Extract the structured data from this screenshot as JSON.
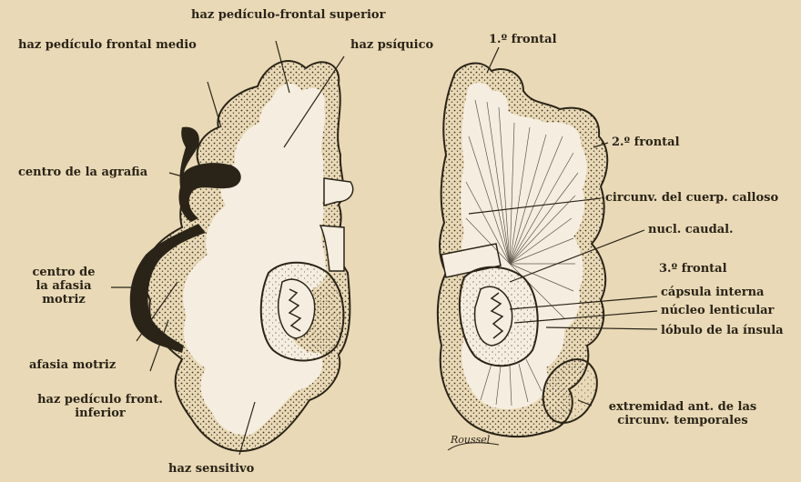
{
  "figure": {
    "background": "#e9d9b6",
    "ink": "#2a2418",
    "dark_region": "#2a2418",
    "brain_fill": "#f5eee0"
  },
  "left_section": {
    "labels": {
      "haz_pediculo_frontal_superior": "haz pedículo-frontal superior",
      "haz_pediculo_frontal_medio": "haz pedículo frontal medio",
      "haz_psiquico": "haz psíquico",
      "centro_agrafia": "centro de la agrafia",
      "centro_afasia_1": "centro de",
      "centro_afasia_2": "la afasia",
      "centro_afasia_3": "motriz",
      "afasia_motriz": "afasia motriz",
      "haz_pediculo_front_inferior_1": "haz pedículo front.",
      "haz_pediculo_front_inferior_2": "inferior",
      "haz_sensitivo": "haz sensitivo"
    }
  },
  "right_section": {
    "labels": {
      "frontal_1": "1.º frontal",
      "frontal_2": "2.º frontal",
      "circunv_cuerpo_calloso": "circunv. del cuerp. calloso",
      "nucleo_caudal": "nucl. caudal.",
      "frontal_3": "3.º frontal",
      "capsula_interna": "cápsula interna",
      "nucleo_lenticular": "núcleo lenticular",
      "lobulo_insula": "lóbulo de la ínsula",
      "extremidad_temporales_1": "extremidad ant. de las",
      "extremidad_temporales_2": "circunv. temporales"
    },
    "signature": "Roussel"
  }
}
